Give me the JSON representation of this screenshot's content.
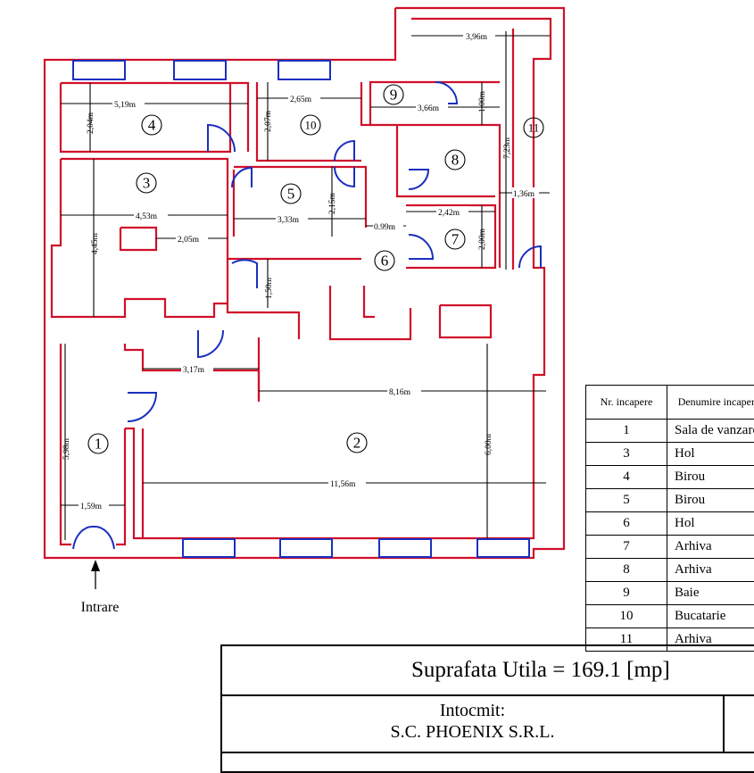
{
  "rooms": [
    {
      "nr": "1",
      "label": "①"
    },
    {
      "nr": "2",
      "label": "②"
    },
    {
      "nr": "3",
      "label": "③"
    },
    {
      "nr": "4",
      "label": "④"
    },
    {
      "nr": "5",
      "label": "⑤"
    },
    {
      "nr": "6",
      "label": "⑥"
    },
    {
      "nr": "7",
      "label": "⑦"
    },
    {
      "nr": "8",
      "label": "⑧"
    },
    {
      "nr": "9",
      "label": "⑨"
    },
    {
      "nr": "10",
      "label": "⑩"
    },
    {
      "nr": "11",
      "label": "⑪"
    }
  ],
  "dimensions": {
    "d_396": "3,96m",
    "d_519": "5,19m",
    "d_204": "2,04m",
    "d_265": "2,65m",
    "d_207": "2,07m",
    "d_366": "3,66m",
    "d_100": "1,00m",
    "d_723": "7,23m",
    "d_453": "4,53m",
    "d_445": "4,45m",
    "d_333": "3,33m",
    "d_215": "2,15m",
    "d_136": "1,36m",
    "d_242": "2,42m",
    "d_099": "0.99m",
    "d_205": "2,05m",
    "d_200": "2,00m",
    "d_150": "1,50m",
    "d_317": "3,17m",
    "d_816": "8,16m",
    "d_598": "5,98m",
    "d_600": "6,00m",
    "d_1156": "11,56m",
    "d_159": "1,59m"
  },
  "entrance_label": "Intrare",
  "table": {
    "col_nr": "Nr. incapere",
    "col_name": "Denumire incapere",
    "rows": [
      {
        "nr": "1",
        "name": "Sala de vanzare"
      },
      {
        "nr": "3",
        "name": "Hol"
      },
      {
        "nr": "4",
        "name": "Birou"
      },
      {
        "nr": "5",
        "name": "Birou"
      },
      {
        "nr": "6",
        "name": "Hol"
      },
      {
        "nr": "7",
        "name": "Arhiva"
      },
      {
        "nr": "8",
        "name": "Arhiva"
      },
      {
        "nr": "9",
        "name": "Baie"
      },
      {
        "nr": "10",
        "name": "Bucatarie"
      },
      {
        "nr": "11",
        "name": "Arhiva"
      }
    ]
  },
  "summary": {
    "area_text": "Suprafata Utila = 169.1 [mp]",
    "prepared_label": "Intocmit:",
    "company": "S.C. PHOENIX S.R.L."
  },
  "colors": {
    "walls": "#d0102a",
    "doors_windows": "#1a2fbf"
  }
}
